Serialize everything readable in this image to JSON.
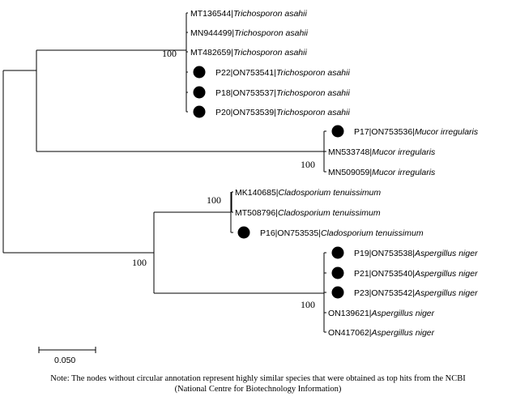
{
  "tree": {
    "leaves": [
      {
        "accession": "MT136544",
        "species": "Trichosporon asahii",
        "marked": false
      },
      {
        "accession": "MN944499",
        "species": "Trichosporon asahii",
        "marked": false
      },
      {
        "accession": "MT482659",
        "species": "Trichosporon asahii",
        "marked": false
      },
      {
        "accession": "P22|ON753541",
        "species": "Trichosporon asahii",
        "marked": true
      },
      {
        "accession": "P18|ON753537",
        "species": "Trichosporon asahii",
        "marked": true
      },
      {
        "accession": "P20|ON753539",
        "species": "Trichosporon asahii",
        "marked": true
      },
      {
        "accession": "P17|ON753536",
        "species": "Mucor irregularis",
        "marked": true
      },
      {
        "accession": "MN533748",
        "species": "Mucor irregularis",
        "marked": false
      },
      {
        "accession": "MN509059",
        "species": "Mucor irregularis",
        "marked": false
      },
      {
        "accession": "MK140685",
        "species": "Cladosporium tenuissimum",
        "marked": false
      },
      {
        "accession": "MT508796",
        "species": "Cladosporium tenuissimum",
        "marked": false
      },
      {
        "accession": "P16|ON753535",
        "species": "Cladosporium tenuissimum",
        "marked": true
      },
      {
        "accession": "P19|ON753538",
        "species": "Aspergillus niger",
        "marked": true
      },
      {
        "accession": "P21|ON753540",
        "species": "Aspergillus niger",
        "marked": true
      },
      {
        "accession": "P23|ON753542",
        "species": "Aspergillus niger",
        "marked": true
      },
      {
        "accession": "ON139621",
        "species": "Aspergillus niger",
        "marked": false
      },
      {
        "accession": "ON417062",
        "species": "Aspergillus niger",
        "marked": false
      }
    ],
    "bootstrap": {
      "trichosporon_clade": "100",
      "mucor_clade": "100",
      "cladosporium_clade": "100",
      "cladosporium_aspergillus_clade": "100",
      "aspergillus_clade": "100"
    }
  },
  "scale_bar": {
    "label": "0.050"
  },
  "note": {
    "line1": "Note: The nodes without circular annotation represent highly similar species that were obtained as top hits from the NCBI",
    "line2": "(National Centre for Biotechnology Information)"
  }
}
